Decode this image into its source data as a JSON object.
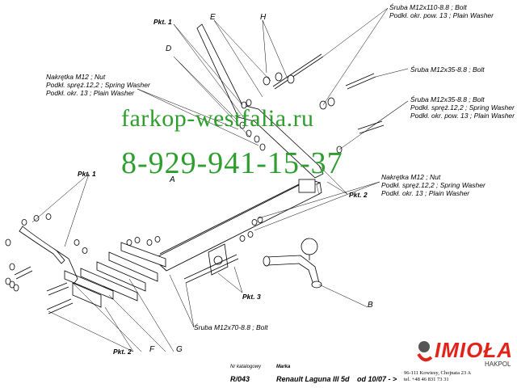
{
  "labels": {
    "pkt1_top": "Pkt. 1",
    "pkt1_left": "Pkt. 1",
    "pkt2_right": "Pkt. 2",
    "pkt2_bottom": "Pkt. 2",
    "pkt3": "Pkt. 3",
    "letter_e": "E",
    "letter_h": "H",
    "letter_d": "D",
    "letter_a": "A",
    "letter_b": "B",
    "letter_f": "F",
    "letter_g": "G"
  },
  "callouts": {
    "bolt_m12x110": [
      "Śruba M12x110-8.8 ;  Bolt",
      "Podkł. okr. pow. 13 ; Plain Washer"
    ],
    "bolt_m12x35_a": [
      "Śruba M12x35-8.8 ;  Bolt"
    ],
    "bolt_m12x35_b": [
      "Śruba M12x35-8.8 ;  Bolt",
      "Podkł. spręż.12,2 ; Spring Washer",
      "Podkł. okr. pow. 13 ; Plain Washer"
    ],
    "nut_left": [
      "Nakrętka  M12 ; Nut",
      "Podkł. spręż.12,2 ; Spring Washer",
      "Podkł. okr. 13 ; Plain Washer"
    ],
    "nut_right": [
      "Nakrętka  M12 ; Nut",
      "Podkł. spręż.12,2 ; Spring Washer",
      "Podkł. okr. 13 ; Plain Washer"
    ],
    "bolt_m12x70": [
      "Śruba M12x70-8.8 ;  Bolt"
    ]
  },
  "watermark": {
    "site": "farkop-westfalia.ru",
    "phone": "8-929-941-15-37"
  },
  "footer": {
    "catalog_header": "Nr katalogowy",
    "catalog_value": "R/043",
    "brand_header": "Marka",
    "brand_value": "Renault Laguna III 5d",
    "date_value": "od  10/07 - >"
  },
  "logo": {
    "name": "IMIOŁA",
    "sub": "HAKPOL",
    "address_line1": "96-111 Kowiesy, Chojnata 23 A",
    "address_line2": "tel. +48 46 831 73 31"
  }
}
